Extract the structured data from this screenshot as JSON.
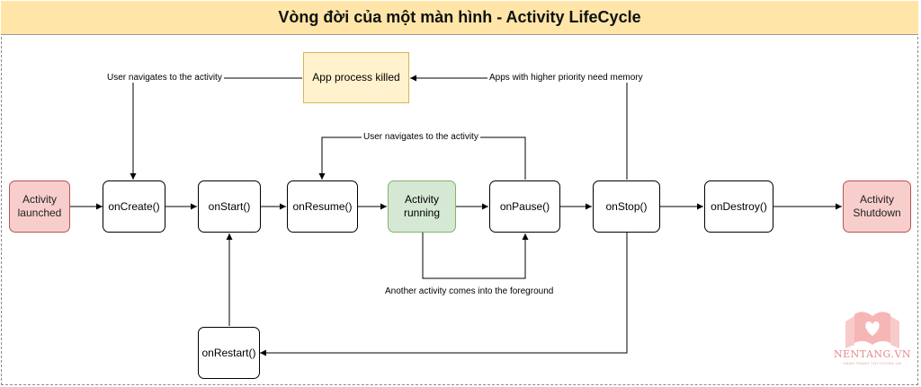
{
  "title": "Vòng đời của một màn hình - Activity LifeCycle",
  "nodes": {
    "launched": "Activity\nlaunched",
    "oncreate": "onCreate()",
    "onstart": "onStart()",
    "onresume": "onResume()",
    "running": "Activity\nrunning",
    "onpause": "onPause()",
    "onstop": "onStop()",
    "ondestroy": "onDestroy()",
    "shutdown": "Activity\nShutdown",
    "killed": "App process killed",
    "onrestart": "onRestart()"
  },
  "edge_labels": {
    "user_nav_top": "User navigates to the activity",
    "higher_priority": "Apps with higher priority need memory",
    "user_nav_mid": "User navigates to the activity",
    "another_activity": "Another activity comes into the foreground"
  },
  "logo": {
    "name": "NENTANG.VN",
    "slogan": "HÀNH TRANG TỚI TƯƠNG LAI"
  },
  "colors": {
    "title_bg": "#ffe6a8",
    "start_end_fill": "#f8cecc",
    "running_fill": "#d5e8d4",
    "killed_fill": "#fff2cc",
    "logo_pink": "#f2a0a0"
  }
}
